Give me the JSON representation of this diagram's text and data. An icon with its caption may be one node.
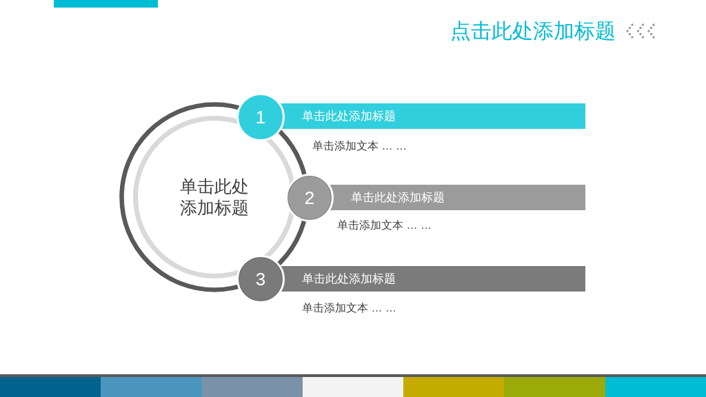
{
  "diagram": {
    "title": "点击此处添加标题",
    "nodes": [
      {
        "text": [
          "单击此处添加标题"
        ]
      },
      {
        "text": [
          "1"
        ]
      },
      {
        "text": [
          "单击此处添加标题"
        ],
        "beside": [
          "单击添加文本 … …"
        ]
      },
      {
        "text": [
          "2"
        ]
      },
      {
        "text": [
          "单击此处添加标题"
        ],
        "beside": [
          "单击添加文本 … …"
        ]
      },
      {
        "text": [
          "3"
        ]
      },
      {
        "text": [
          "单击此处添加标题"
        ],
        "beside": [
          "单击添加文本 … …"
        ]
      }
    ]
  }
}
